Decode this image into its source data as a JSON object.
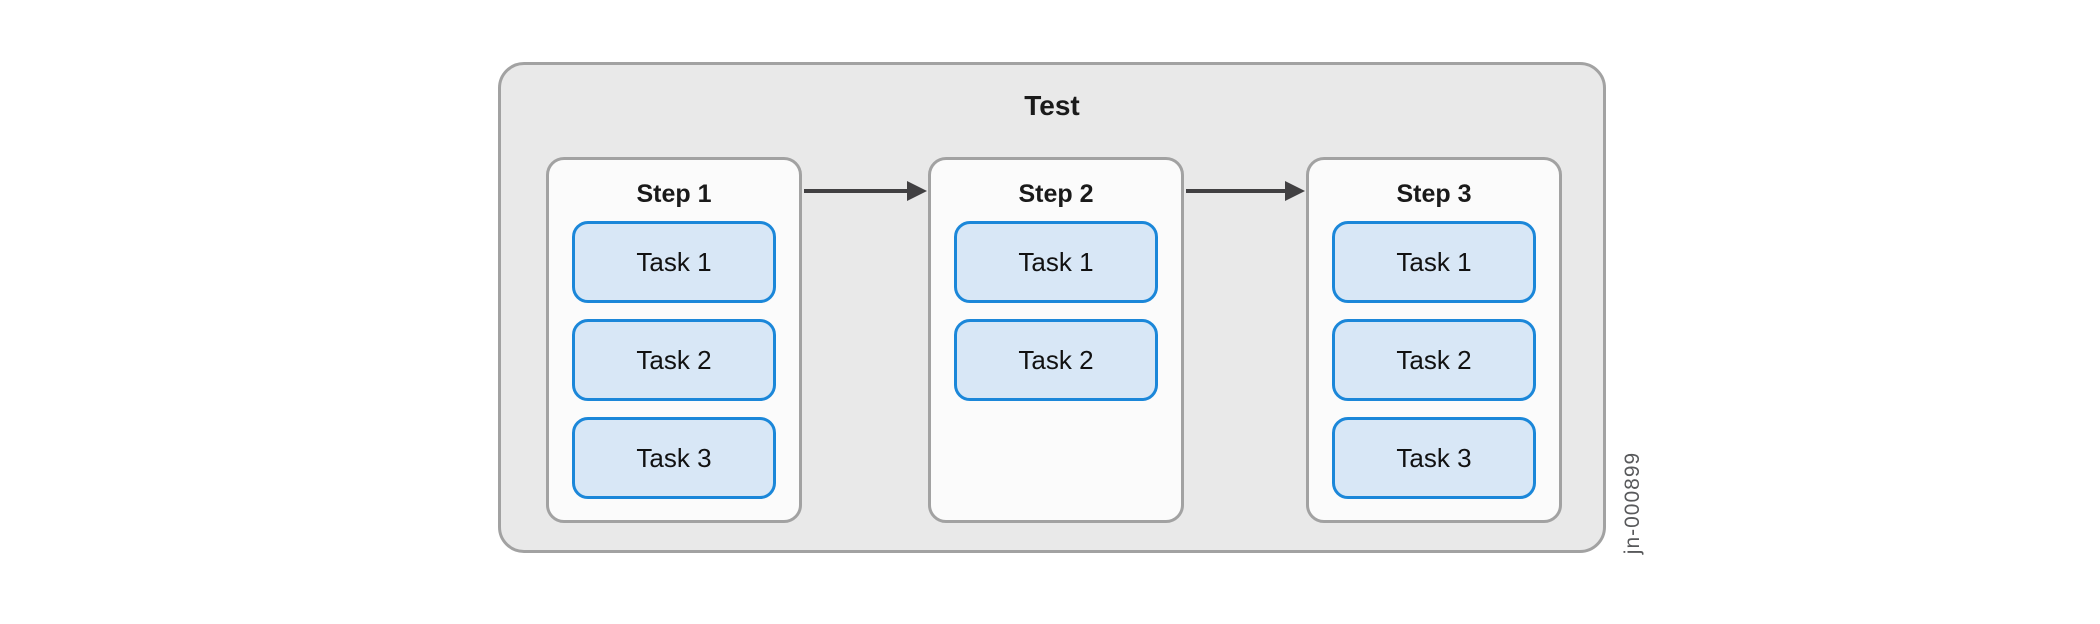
{
  "diagram": {
    "title": "Test",
    "figure_id": "jn-000899",
    "steps": [
      {
        "label": "Step 1",
        "tasks": [
          "Task 1",
          "Task 2",
          "Task 3"
        ]
      },
      {
        "label": "Step 2",
        "tasks": [
          "Task 1",
          "Task 2"
        ]
      },
      {
        "label": "Step 3",
        "tasks": [
          "Task 1",
          "Task 2",
          "Task 3"
        ]
      }
    ],
    "arrows": [
      {
        "from": "Step 1",
        "to": "Step 2"
      },
      {
        "from": "Step 2",
        "to": "Step 3"
      }
    ],
    "colors": {
      "outer_fill": "#e9e9e9",
      "outer_border": "#a2a2a2",
      "step_fill": "#fbfbfb",
      "step_border": "#a2a2a2",
      "task_fill": "#d8e7f6",
      "task_border": "#1b87d9",
      "arrow": "#414042",
      "watermark_text": "#58595b"
    }
  }
}
